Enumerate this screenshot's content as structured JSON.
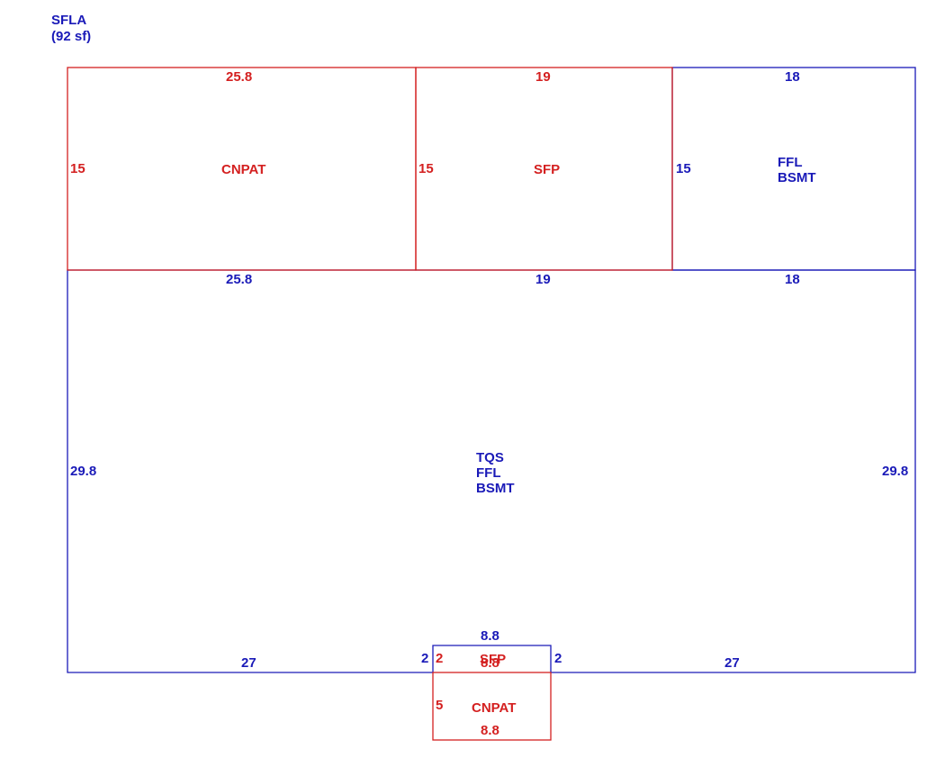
{
  "header": {
    "line1": "SFLA",
    "line2": "(92 sf)"
  },
  "colors": {
    "main_area": "#1a1ab8",
    "other_area": "#d42020"
  },
  "areas": {
    "cnpat_top": {
      "label": "CNPAT",
      "top": "25.8",
      "left": "15"
    },
    "sfp_top": {
      "label": "SFP",
      "top": "19",
      "left": "15"
    },
    "ffl_top": {
      "label1": "FFL",
      "label2": "BSMT",
      "top": "18",
      "left": "15"
    },
    "main": {
      "label1": "TQS",
      "label2": "FFL",
      "label3": "BSMT",
      "top_a": "25.8",
      "top_b": "19",
      "top_c": "18",
      "left": "29.8",
      "right": "29.8",
      "bottom_a": "27",
      "bottom_b": "27"
    },
    "notch": {
      "top": "8.8",
      "left": "2",
      "right": "2"
    },
    "sfp_small": {
      "label": "SFP",
      "value": "8.8",
      "left": "2"
    },
    "cnpat_bottom": {
      "label": "CNPAT",
      "left": "5",
      "bottom": "8.8"
    }
  }
}
